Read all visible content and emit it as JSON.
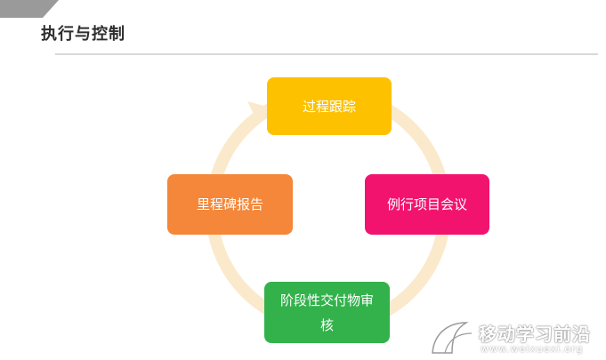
{
  "header": {
    "title": "执行与控制"
  },
  "diagram": {
    "type": "cycle",
    "nodes": [
      {
        "label": "过程跟踪",
        "color": "#FDC100"
      },
      {
        "label": "例行项目会议",
        "color": "#F2136F"
      },
      {
        "label": "阶段性交付物审核",
        "color": "#33B24C"
      },
      {
        "label": "里程碑报告",
        "color": "#F48739"
      }
    ],
    "ring_color": "#FBE9CC"
  },
  "watermark": {
    "name": "移动学习前沿",
    "url": "www.weixuexi.org"
  }
}
